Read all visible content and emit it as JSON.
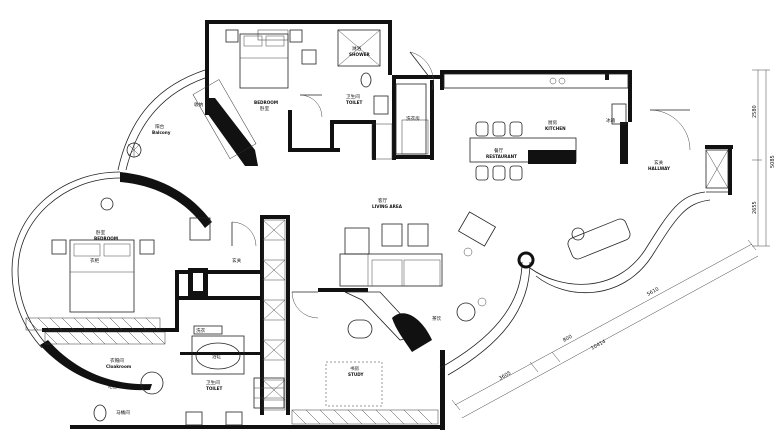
{
  "rooms": {
    "bedroom_top": {
      "cn": "卧室",
      "en": "BEDROOM"
    },
    "shower": {
      "cn": "淋浴",
      "en": "SHOWER"
    },
    "toilet_top": {
      "cn": "卫生间",
      "en": "TOILET"
    },
    "balcony": {
      "cn": "阳台",
      "en": "Balcony"
    },
    "bedroom_left": {
      "cn": "卧室",
      "en": "BEDROOM"
    },
    "living": {
      "cn": "客厅",
      "en": "LIVING AREA"
    },
    "kitchen": {
      "cn": "厨房",
      "en": "KITCHEN"
    },
    "restaurant": {
      "cn": "餐厅",
      "en": "RESTAURANT"
    },
    "hallway": {
      "cn": "玄关",
      "en": "HALLWAY"
    },
    "cloakroom": {
      "cn": "衣帽间",
      "en": "Cloakroom"
    },
    "toilet_bottom": {
      "cn": "卫生间",
      "en": "TOILET"
    },
    "study": {
      "cn": "书房",
      "en": "STUDY"
    }
  },
  "small_labels": {
    "laundry": "洗衣房",
    "closet_a": "衣柜",
    "closet_b": "玄关",
    "washer": "洗衣",
    "bath": "浴缸",
    "lounge": "茶饮",
    "fridge": "冰箱",
    "water_closet": "马桶间",
    "bar": "吧台",
    "cabinet": "收纳"
  },
  "dimensions": {
    "right_top": "2580",
    "right_total": "5085",
    "right_bottom": "2655",
    "diag_a": "3605",
    "diag_b": "800",
    "diag_c": "5610",
    "diag_total": "10414"
  }
}
